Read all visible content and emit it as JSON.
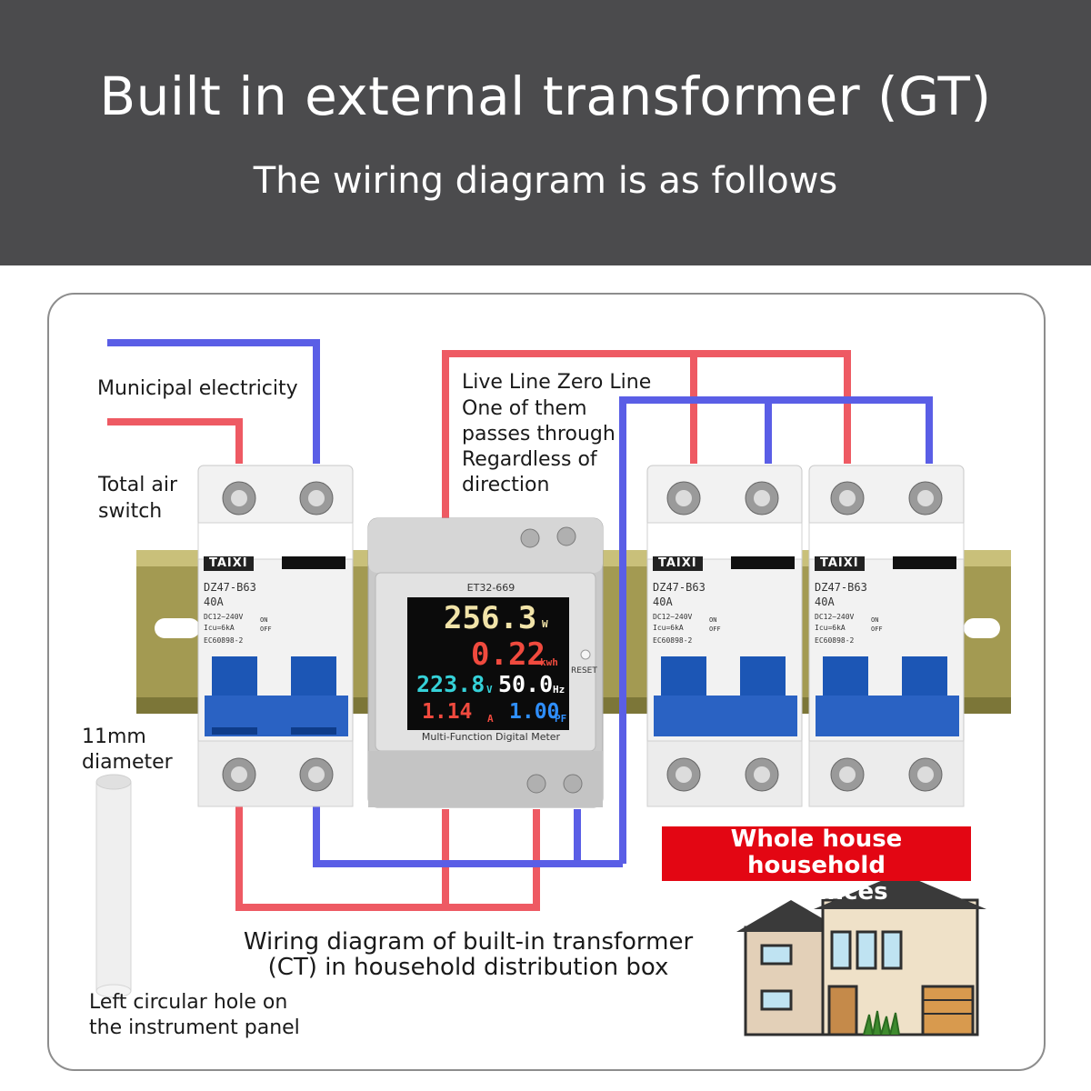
{
  "header": {
    "title": "Built in external transformer (GT)",
    "subtitle": "The wiring diagram is as follows"
  },
  "labels": {
    "municipal": "Municipal electricity",
    "total_air_switch": [
      "Total air",
      "switch"
    ],
    "live_line": [
      "Live Line Zero Line",
      "One of them",
      "passes through",
      "Regardless of",
      "direction"
    ],
    "diameter": [
      "11mm",
      "diameter"
    ],
    "left_hole": [
      "Left circular hole on",
      "the instrument panel"
    ],
    "wiring_caption": [
      "Wiring diagram of built-in transformer",
      "(CT) in household distribution box"
    ],
    "appliances": [
      "Whole house household",
      "appliances"
    ]
  },
  "meter": {
    "model": "ET32-669",
    "reset": "RESET",
    "footer": "Multi-Function Digital Meter",
    "power": "256.3",
    "power_unit": "W",
    "energy": "0.22",
    "energy_unit": "kwh",
    "voltage": "223.8",
    "voltage_unit": "V",
    "frequency": "50.0",
    "frequency_unit": "Hz",
    "current": "1.14",
    "current_unit": "A",
    "pf": "1.00",
    "pf_unit": "PF"
  },
  "breaker": {
    "brand": "TAIXI",
    "model": "DZ47-B63",
    "rating": "40A",
    "voltage": "DC12~240V",
    "icu": "Icu=6kA",
    "standard": "EC60898-2",
    "on": "ON",
    "off": "OFF"
  },
  "colors": {
    "header_bg": "#4b4b4d",
    "live_wire": "#ee5a63",
    "neutral_wire": "#5a5ee6",
    "highlight": "#e30613"
  }
}
